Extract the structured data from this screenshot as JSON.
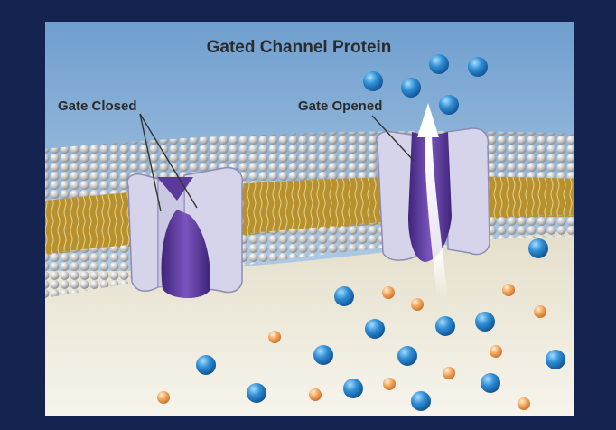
{
  "title": "Gated Channel Protein",
  "labels": {
    "gate_closed": "Gate Closed",
    "gate_opened": "Gate Opened"
  },
  "colors": {
    "frame": "#14234f",
    "sky_top": "#6f9fcf",
    "sky_bottom": "#d4e3ee",
    "cytoplasm_top": "#ede8d8",
    "cytoplasm_bottom": "#f6f3ea",
    "membrane_tails": "#b8912f",
    "phospholipid_head": "#c9c9c9",
    "channel_shell": "#d6d4ea",
    "channel_core": "#5a3a9a",
    "blue_ion": "#2a86c8",
    "orange_molecule": "#e89a4a"
  },
  "icons": {
    "blue_ion": "sphere-icon",
    "orange_molecule": "small-sphere-icon",
    "flow_arrow": "arrow-up-icon"
  }
}
